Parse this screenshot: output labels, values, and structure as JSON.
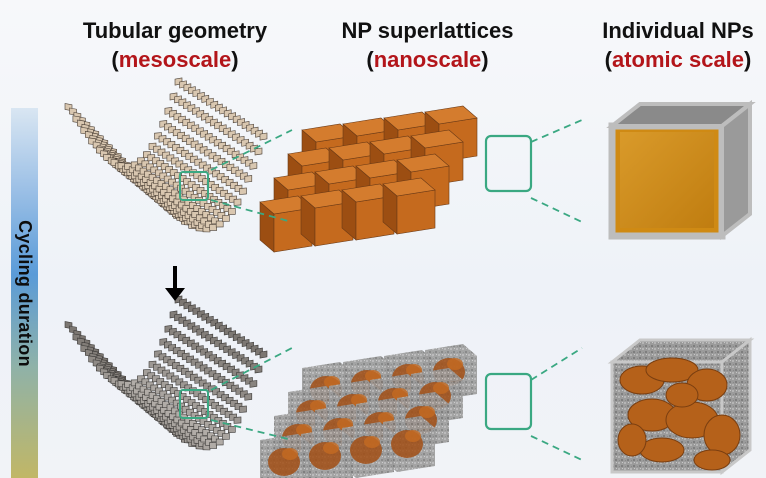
{
  "columns": [
    {
      "title": "Tubular geometry",
      "scale": "mesoscale"
    },
    {
      "title": "NP superlattices",
      "scale": "nanoscale"
    },
    {
      "title": "Individual NPs",
      "scale": "atomic scale"
    }
  ],
  "sidebar": {
    "label": "Cycling  duration"
  },
  "colors": {
    "scale_text": "#b3151a",
    "highlight_box": "#3aa882",
    "cube_face": "#c56a1e",
    "particle_face": "#cf8a14",
    "tube_tile": "#d9c7b0"
  }
}
